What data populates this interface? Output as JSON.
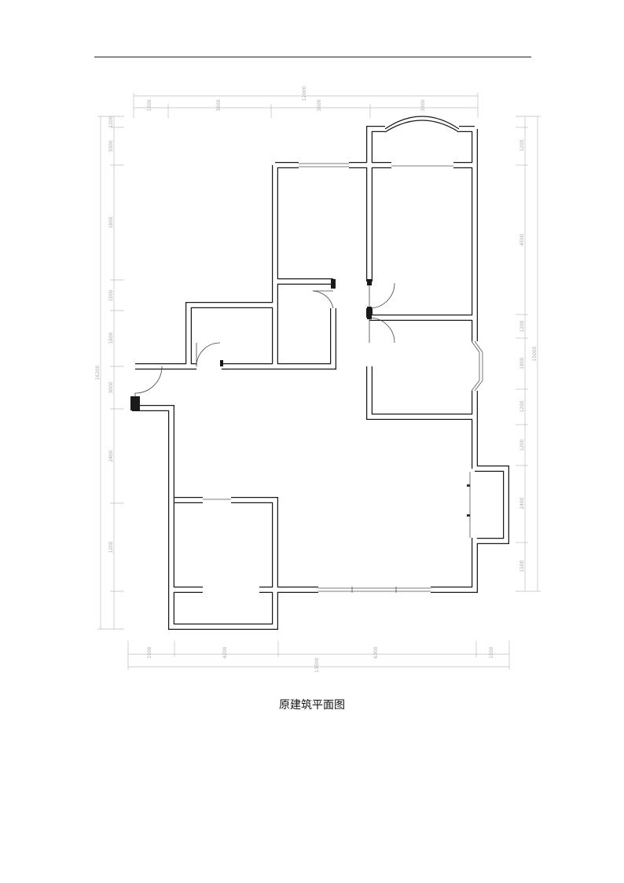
{
  "caption": "原建筑平面图",
  "dimensions": {
    "top_segments": [
      "1500",
      "3600",
      "3600",
      "3300"
    ],
    "top_total": "12000",
    "bottom_segments": [
      "1500",
      "4200",
      "6300",
      "1500"
    ],
    "bottom_total": "13500",
    "left_segments": [
      "1200",
      "3300",
      "1800",
      "1500",
      "1800",
      "3000",
      "2400",
      "1200"
    ],
    "left_total": "16200",
    "right_segments": [
      "1200",
      "4500",
      "1200",
      "1800",
      "1200",
      "1200",
      "2400",
      "1500"
    ],
    "right_total": "15000"
  }
}
